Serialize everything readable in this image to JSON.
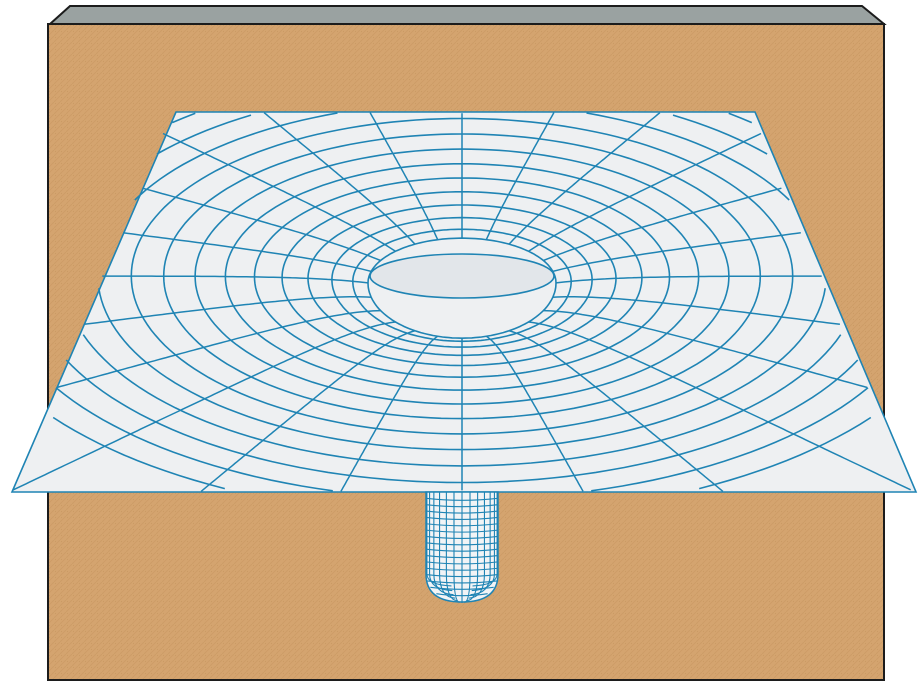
{
  "scene": {
    "subject": "curved-spacetime-grid",
    "colors": {
      "background": "#ffffff",
      "box_front": "#d4a46f",
      "box_texture": "#c4925d",
      "box_top": "#9aa2a1",
      "box_edge": "#1c1c1c",
      "sheet_fill": "#eef0f2",
      "grid_line": "#1f84b4",
      "tube_fill": "#f2f4f6"
    },
    "grid": {
      "radial_lines": 24,
      "rings": 15,
      "tube_rings": 17,
      "tube_longitudes": 14
    }
  }
}
